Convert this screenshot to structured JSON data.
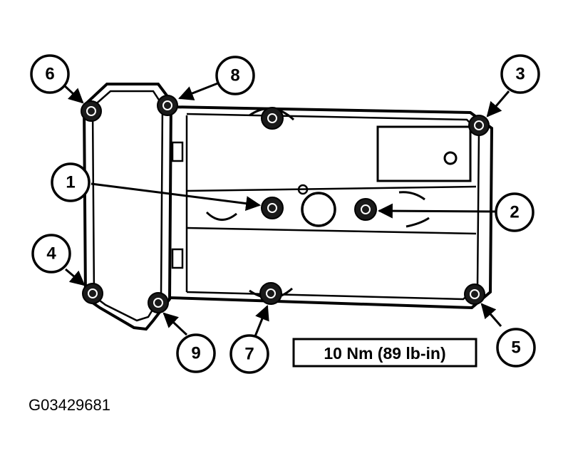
{
  "callouts": {
    "c1": "1",
    "c2": "2",
    "c3": "3",
    "c4": "4",
    "c5": "5",
    "c6": "6",
    "c7": "7",
    "c8": "8",
    "c9": "9"
  },
  "torque_spec": "10 Nm (89 lb-in)",
  "figure_id": "G03429681",
  "colors": {
    "ink": "#000000",
    "paper": "#ffffff"
  }
}
